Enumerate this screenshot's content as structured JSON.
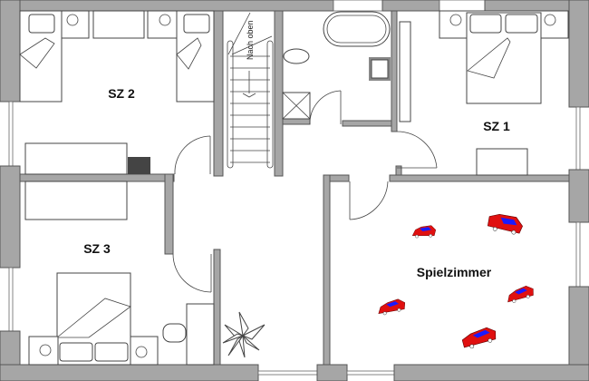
{
  "rooms": {
    "sz2": "SZ 2",
    "sz1": "SZ 1",
    "sz3": "SZ 3",
    "playroom": "Spielzimmer"
  },
  "stairs": {
    "label": "Nach oben"
  },
  "colors": {
    "wall": "#a6a6a6",
    "car_body": "#e01010",
    "car_roof": "#1a1aff"
  },
  "toy_cars_count": 5
}
